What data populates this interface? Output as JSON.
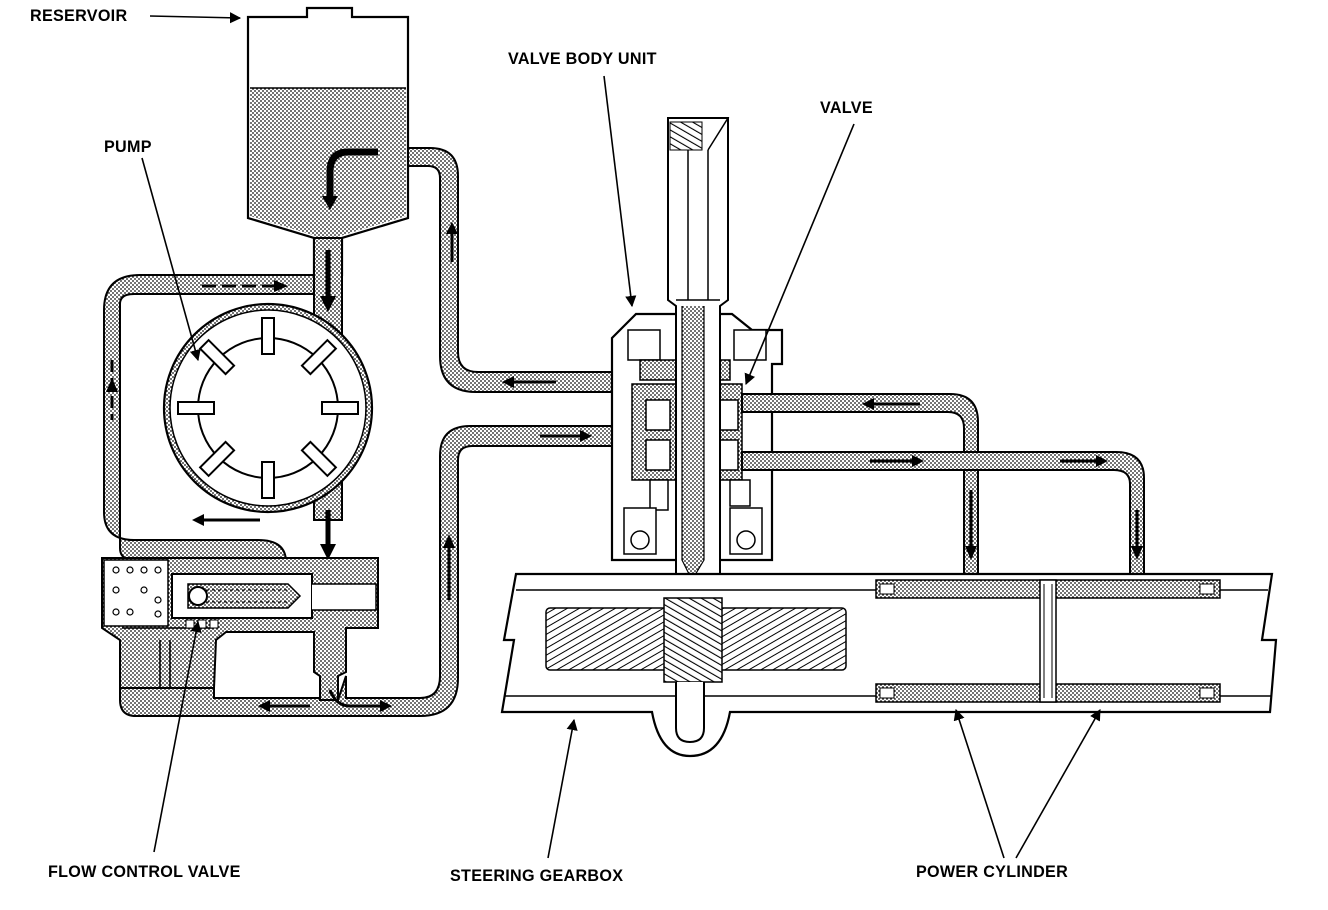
{
  "labels": {
    "reservoir": "RESERVOIR",
    "pump": "PUMP",
    "valve_body_unit": "VALVE BODY UNIT",
    "valve": "VALVE",
    "flow_control_valve": "FLOW CONTROL VALVE",
    "steering_gearbox": "STEERING GEARBOX",
    "power_cylinder": "POWER CYLINDER"
  },
  "colors": {
    "line": "#000000",
    "background": "#ffffff",
    "fluid_dots": "#000000"
  }
}
